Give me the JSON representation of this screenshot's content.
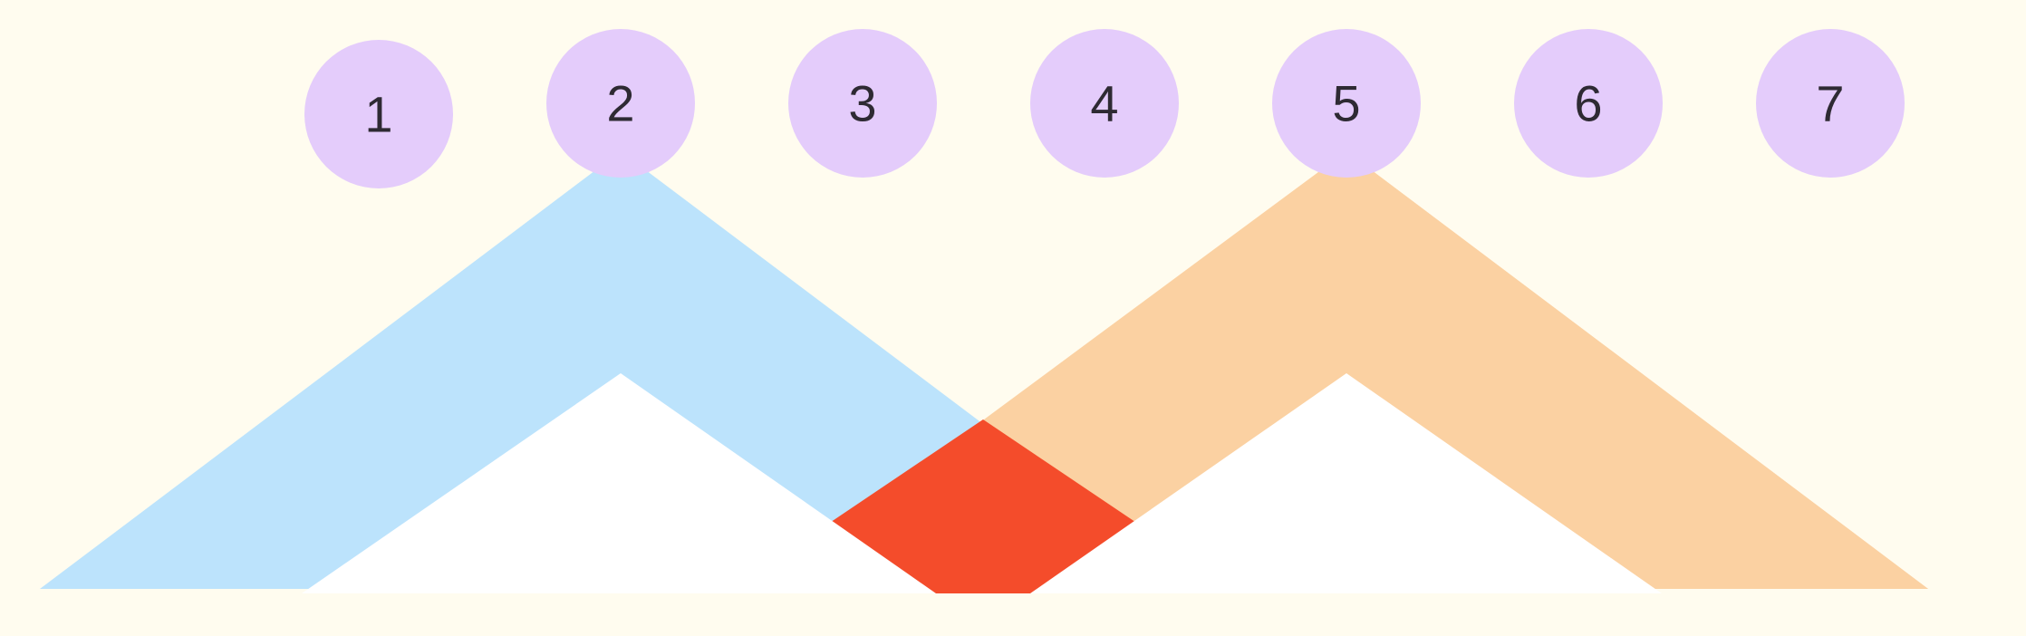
{
  "colors": {
    "background": "#FFFCEF",
    "circle": "#E4CCFB",
    "triangle_left": "#BCE3FC",
    "triangle_right": "#FBD1A2",
    "triangle_inner": "#FFFFFF",
    "triangle_center": "#F44C2B",
    "text": "#2E2A33"
  },
  "circles": [
    {
      "label": "1"
    },
    {
      "label": "2"
    },
    {
      "label": "3"
    },
    {
      "label": "4"
    },
    {
      "label": "5"
    },
    {
      "label": "6"
    },
    {
      "label": "7"
    }
  ]
}
